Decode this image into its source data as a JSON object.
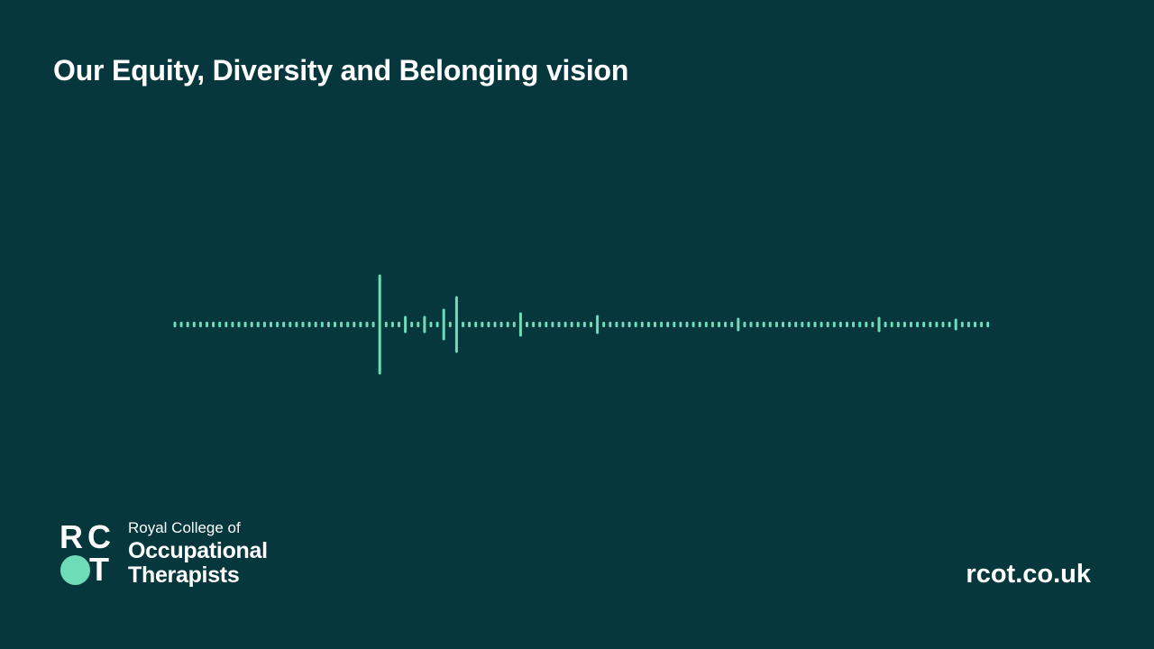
{
  "slide": {
    "title": "Our Equity, Diversity and Belonging vision",
    "footer_url": "rcot.co.uk"
  },
  "logo": {
    "mark_r": "R",
    "mark_c": "C",
    "mark_t": "T",
    "line_small": "Royal College of",
    "line_big_1": "Occupational",
    "line_big_2": "Therapists"
  },
  "icons": {
    "audio_waveform": "audio-waveform-icon",
    "logo_dot": "circle-dot"
  },
  "colors": {
    "background": "#05373d",
    "text": "#ffffff",
    "accent": "#6fdcb8"
  }
}
